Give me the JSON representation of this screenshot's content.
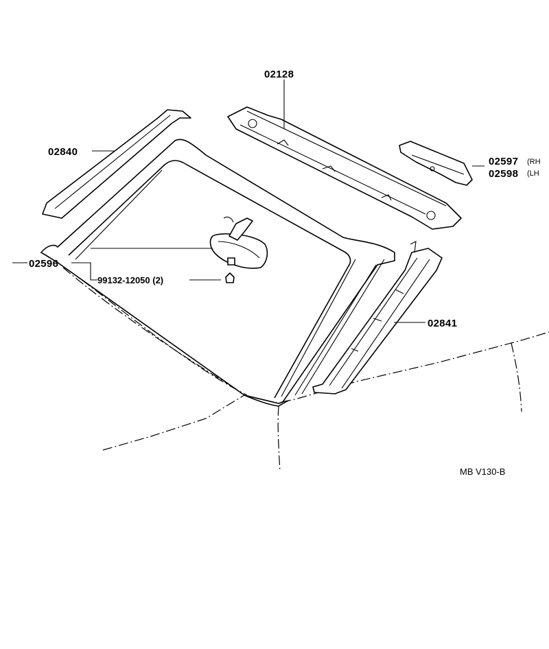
{
  "labels": {
    "p02128": "02128",
    "p02840": "02840",
    "p02597": "02597",
    "p02597_side": "(RH",
    "p02598": "02598",
    "p02598_side": "(LH",
    "p02596": "02596",
    "p99132": "99132-12050 (2)",
    "p02841": "02841",
    "diagram_code": "MB  V130-B"
  }
}
